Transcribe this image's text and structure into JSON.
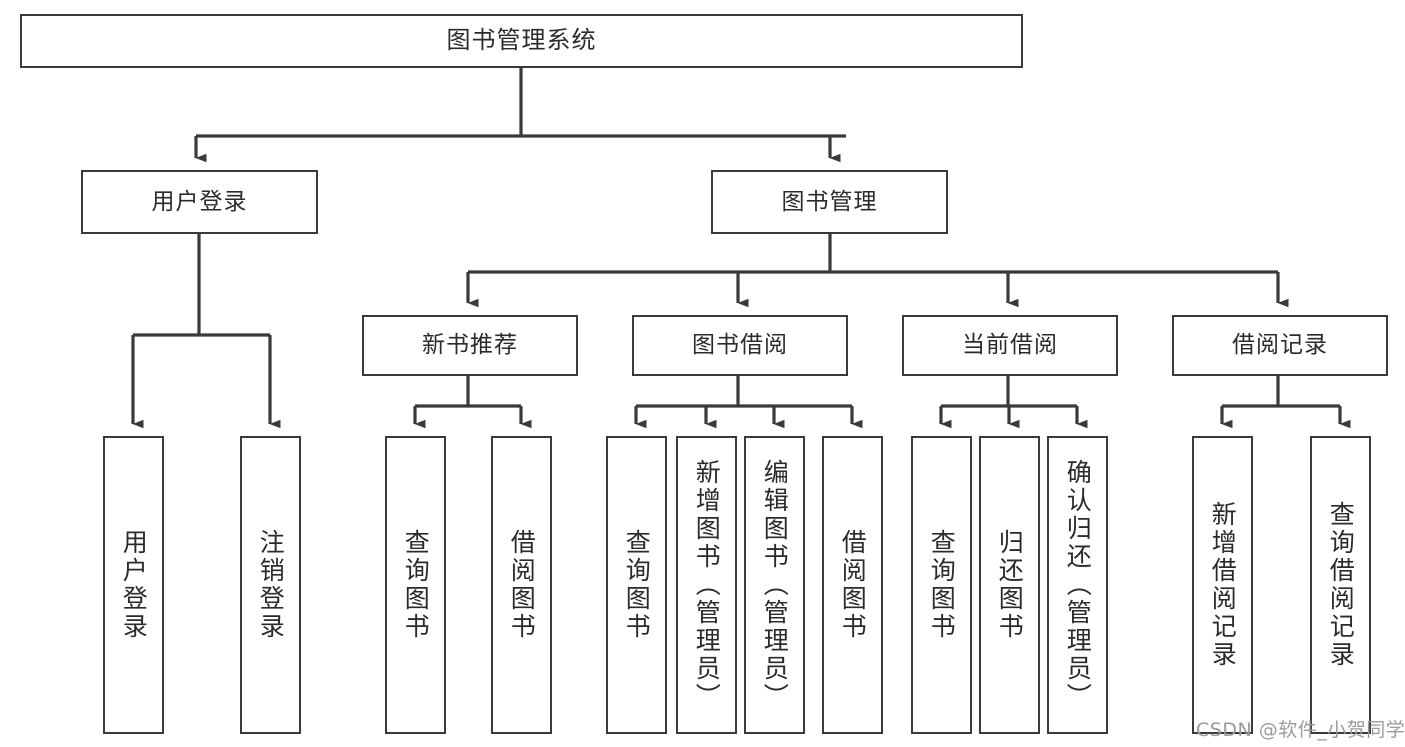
{
  "diagram": {
    "title": "图书管理系统",
    "type": "tree-hierarchy",
    "root": {
      "label": "图书管理系统"
    },
    "level2": [
      {
        "label": "用户登录"
      },
      {
        "label": "图书管理"
      }
    ],
    "level3": [
      {
        "label": "新书推荐"
      },
      {
        "label": "图书借阅"
      },
      {
        "label": "当前借阅"
      },
      {
        "label": "借阅记录"
      }
    ],
    "leaves": [
      {
        "label": "用户登录"
      },
      {
        "label": "注销登录"
      },
      {
        "label": "查询图书"
      },
      {
        "label": "借阅图书"
      },
      {
        "label": "查询图书"
      },
      {
        "label": "新增图书（管理员）"
      },
      {
        "label": "编辑图书（管理员）"
      },
      {
        "label": "借阅图书"
      },
      {
        "label": "查询图书"
      },
      {
        "label": "归还图书"
      },
      {
        "label": "确认归还（管理员）"
      },
      {
        "label": "新增借阅记录"
      },
      {
        "label": "查询借阅记录"
      }
    ],
    "colors": {
      "border": "#3a3a3a",
      "text": "#2b2b2b",
      "background": "#ffffff",
      "watermark": "#9b9b9b"
    }
  },
  "watermark": {
    "text": "CSDN @软件_小贺同学"
  }
}
